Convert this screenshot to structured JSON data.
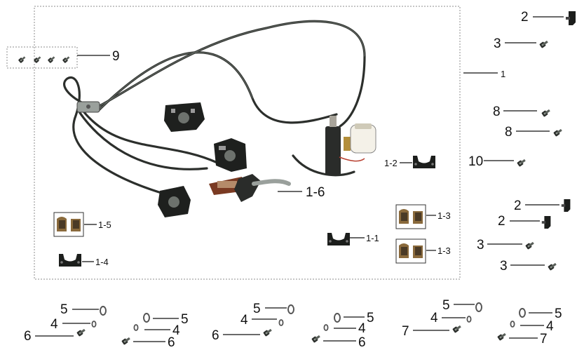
{
  "callouts": {
    "assembly": "1",
    "caliper_bracket_1": "1-1",
    "caliper_bracket_2": "1-2",
    "brake_pad_a": "1-3",
    "brake_pad_b": "1-3",
    "caliper_bracket_3": "1-4",
    "brake_pad_c": "1-5",
    "lever": "1-6",
    "bracket_a": "2",
    "bracket_b": "2",
    "bracket_c": "2",
    "bolt_a": "3",
    "bolt_b": "3",
    "bolt_c": "3",
    "bolt_d": "8",
    "bolt_e": "8",
    "bolt_f": "10",
    "bolt_set": "9"
  },
  "washer_groups": [
    {
      "top": "5",
      "mid": "4",
      "bolt": "6"
    },
    {
      "top": "5",
      "mid": "4",
      "bolt": "6"
    },
    {
      "top": "5",
      "mid": "4",
      "bolt": "6"
    },
    {
      "top": "5",
      "mid": "4",
      "bolt": "6"
    },
    {
      "top": "5",
      "mid": "4",
      "bolt": "7"
    },
    {
      "top": "5",
      "mid": "4",
      "bolt": "7"
    }
  ],
  "colors": {
    "ink": "#111111",
    "hose": "#2c2f2c",
    "metal": "#9aa09c",
    "caliper": "#1e201e",
    "pad": "#8a6a3c",
    "reservoir": "#f4f1e8",
    "frame": "#8c8c8c"
  }
}
